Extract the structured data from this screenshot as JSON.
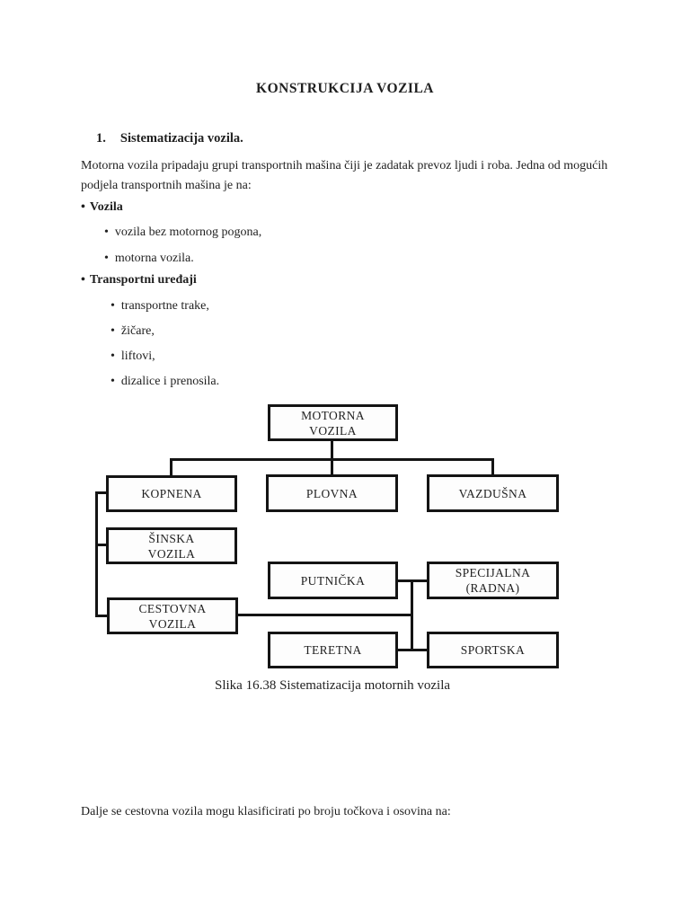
{
  "page": {
    "title": "KONSTRUKCIJA VOZILA",
    "section": {
      "number": "1.",
      "title": "Sistematizacija vozila."
    },
    "intro": "Motorna vozila pripadaju grupi transportnih mašina čiji je zadatak prevoz ljudi i roba. Jedna od mogućih podjela transportnih mašina je na:",
    "bullet_char": "•",
    "bullets": {
      "group1": {
        "label": "Vozila",
        "items": [
          "vozila bez motornog pogona,",
          "motorna vozila."
        ]
      },
      "group2": {
        "label": "Transportni uređaji",
        "items": [
          "transportne trake,",
          "žičare,",
          "liftovi,",
          "dizalice i prenosila."
        ]
      }
    },
    "closing": "Dalje se cestovna vozila mogu klasificirati po broju točkova i osovina na:"
  },
  "figure": {
    "type": "tree-diagram",
    "caption": "Slika 16.38 Sistematizacija motornih vozila",
    "nodes": {
      "motorna": "MOTORNA\nVOZILA",
      "kopnena": "KOPNENA",
      "plovna": "PLOVNA",
      "vazdusna": "VAZDUŠNA",
      "sinska": "ŠINSKA\nVOZILA",
      "cestovna": "CESTOVNA\nVOZILA",
      "putnicka": "PUTNIČKA",
      "specijalna": "SPECIJALNA\n(RADNA)",
      "teretna": "TERETNA",
      "sportska": "SPORTSKA"
    },
    "edges": [
      "MOTORNA VOZILA -> KOPNENA",
      "MOTORNA VOZILA -> PLOVNA",
      "MOTORNA VOZILA -> VAZDUŠNA",
      "KOPNENA -> ŠINSKA VOZILA",
      "KOPNENA -> CESTOVNA VOZILA",
      "CESTOVNA VOZILA -> PUTNIČKA",
      "CESTOVNA VOZILA -> SPECIJALNA (RADNA)",
      "CESTOVNA VOZILA -> TERETNA",
      "CESTOVNA VOZILA -> SPORTSKA"
    ],
    "colors": {
      "line": "#141414",
      "text": "#1f1f1f",
      "background": "#ffffff"
    }
  }
}
